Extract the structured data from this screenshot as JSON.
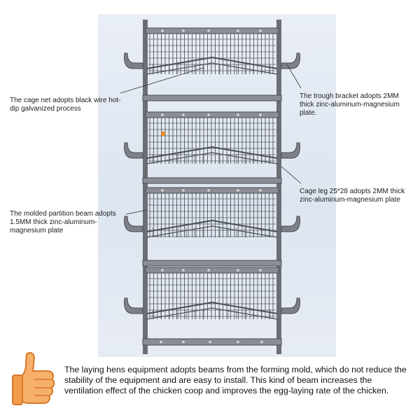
{
  "callouts": {
    "cage_net": "The cage net adopts black wire hot-dip galvanized process",
    "trough_bracket": "The trough bracket adopts 2MM thick zinc-aluminum-magnesium plate.",
    "cage_leg": "Cage leg 25*28 adopts 2MM thick zinc-aluminum-magnesium plate",
    "partition_beam": "The molded partition beam adopts 1.5MM thick zinc-aluminum-magnesium plate"
  },
  "footer": {
    "description": "The laying hens equipment adopts beams from the forming mold, which do not reduce the stability of the equipment and are easy to install. This kind of beam increases the ventilation effect of the chicken coop and improves the egg-laying rate of the chicken.",
    "icon": "thumbs-up-icon"
  },
  "colors": {
    "frame": "#6b6f75",
    "frame_dark": "#4a4d52",
    "marker": "#f08a1e",
    "thumb": "#f4a45a"
  }
}
